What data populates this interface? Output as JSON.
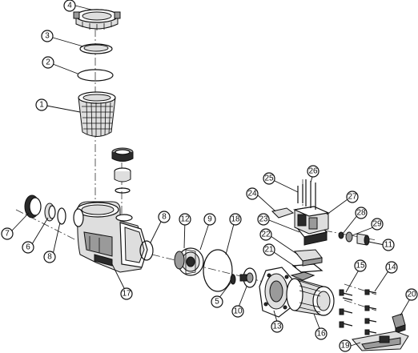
{
  "callouts": [
    {
      "id": "c1",
      "label": "1"
    },
    {
      "id": "c2",
      "label": "2"
    },
    {
      "id": "c3",
      "label": "3"
    },
    {
      "id": "c4",
      "label": "4"
    },
    {
      "id": "c5",
      "label": "5"
    },
    {
      "id": "c6",
      "label": "6"
    },
    {
      "id": "c7",
      "label": "7"
    },
    {
      "id": "c8a",
      "label": "8"
    },
    {
      "id": "c8b",
      "label": "8"
    },
    {
      "id": "c9",
      "label": "9"
    },
    {
      "id": "c10",
      "label": "10"
    },
    {
      "id": "c11",
      "label": "11"
    },
    {
      "id": "c12",
      "label": "12"
    },
    {
      "id": "c13",
      "label": "13"
    },
    {
      "id": "c14",
      "label": "14"
    },
    {
      "id": "c15",
      "label": "15"
    },
    {
      "id": "c16",
      "label": "16"
    },
    {
      "id": "c17",
      "label": "17"
    },
    {
      "id": "c18",
      "label": "18"
    },
    {
      "id": "c19",
      "label": "19"
    },
    {
      "id": "c20",
      "label": "20"
    },
    {
      "id": "c21",
      "label": "21"
    },
    {
      "id": "c22",
      "label": "22"
    },
    {
      "id": "c23",
      "label": "23"
    },
    {
      "id": "c24",
      "label": "24"
    },
    {
      "id": "c25",
      "label": "25"
    },
    {
      "id": "c26",
      "label": "26"
    },
    {
      "id": "c27",
      "label": "27"
    },
    {
      "id": "c28",
      "label": "28"
    },
    {
      "id": "c29",
      "label": "29"
    }
  ]
}
